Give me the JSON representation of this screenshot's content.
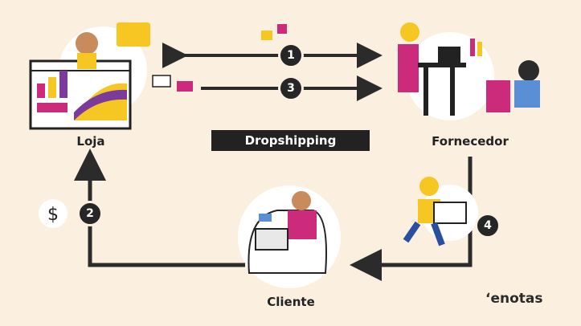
{
  "title": "Dropshipping",
  "nodes": {
    "store": "Loja",
    "supplier": "Fornecedor",
    "client": "Cliente"
  },
  "steps": [
    "1",
    "2",
    "3",
    "4"
  ],
  "logo": "enotas",
  "colors": {
    "background": "#fbf0df",
    "arrow": "#2b2b2b",
    "yellow": "#f6c623",
    "magenta": "#cc2a7a",
    "purple": "#7a3b9a"
  }
}
